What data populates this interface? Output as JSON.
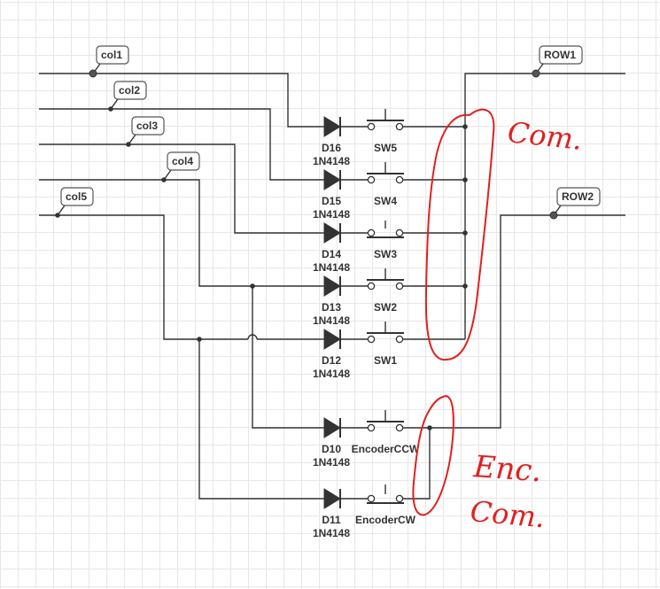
{
  "net_labels": {
    "col1": "col1",
    "col2": "col2",
    "col3": "col3",
    "col4": "col4",
    "col5": "col5",
    "row1": "ROW1",
    "row2": "ROW2"
  },
  "diodes": [
    {
      "ref": "D16",
      "part": "1N4148"
    },
    {
      "ref": "D15",
      "part": "1N4148"
    },
    {
      "ref": "D14",
      "part": "1N4148"
    },
    {
      "ref": "D13",
      "part": "1N4148"
    },
    {
      "ref": "D12",
      "part": "1N4148"
    },
    {
      "ref": "D10",
      "part": "1N4148"
    },
    {
      "ref": "D11",
      "part": "1N4148"
    }
  ],
  "switches": [
    "SW5",
    "SW4",
    "SW3",
    "SW2",
    "SW1",
    "EncoderCCW",
    "EncoderCW"
  ],
  "annotations": {
    "com": "Com.",
    "enc": "Enc.",
    "enc_com": "Com."
  },
  "colors": {
    "wire": "#333333",
    "annotation": "#e02020",
    "grid": "#e7e7e7"
  }
}
